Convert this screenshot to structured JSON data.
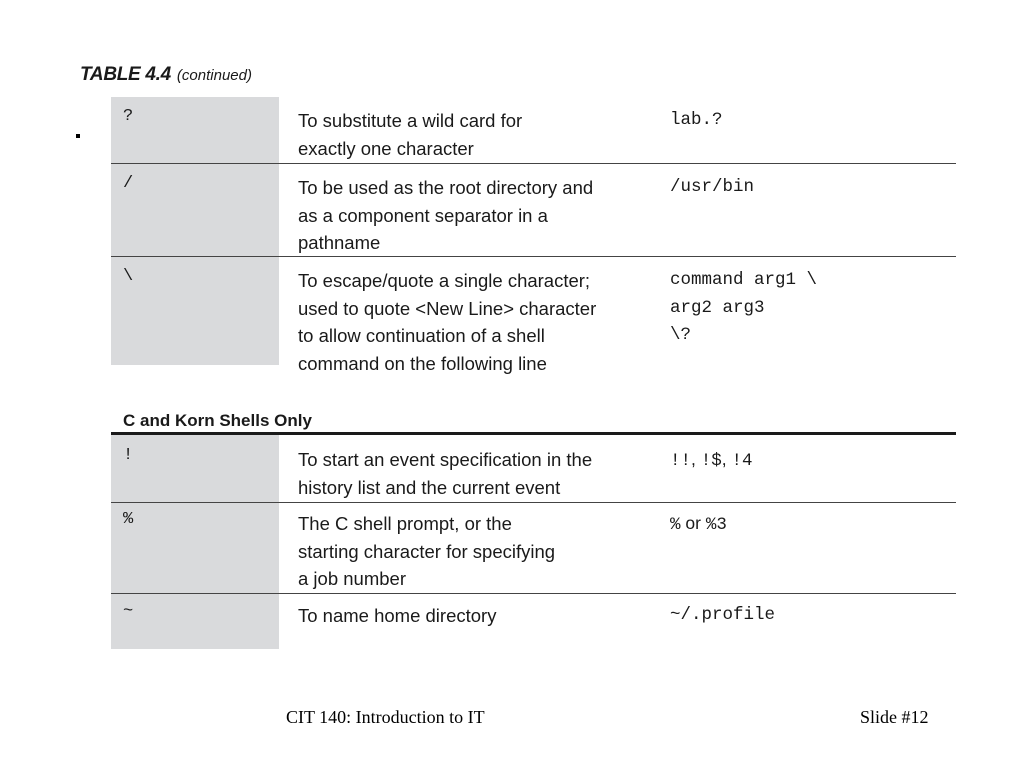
{
  "table": {
    "title": "TABLE 4.4",
    "subtitle": "(continued)"
  },
  "rows_general": [
    {
      "symbol": "?",
      "description": "To substitute a wild card for\nexactly one character",
      "example": "lab.?"
    },
    {
      "symbol": "/",
      "description": "To be used as the root directory and\nas a component separator in a\npathname",
      "example": "/usr/bin"
    },
    {
      "symbol": "\\",
      "description": "To escape/quote a single character;\nused to quote <New Line> character\nto allow continuation of a shell\ncommand on the following line",
      "example": "command arg1 \\\narg2 arg3\n\\?"
    }
  ],
  "section": {
    "title": "C and Korn Shells Only"
  },
  "rows_c_korn": [
    {
      "symbol": "!",
      "description": "To start an event specification in the\nhistory list and the current event",
      "example_parts": [
        "!!",
        ", ",
        "!$",
        ", ",
        "!4"
      ]
    },
    {
      "symbol": "%",
      "description": "The C shell prompt, or the\nstarting character for specifying\na job number",
      "example_parts": [
        "%",
        " or ",
        "%3"
      ]
    },
    {
      "symbol": "~",
      "description": "To name home directory",
      "example": "~/.profile"
    }
  ],
  "footer": {
    "course": "CIT 140: Introduction to IT",
    "slide": "Slide #12"
  }
}
